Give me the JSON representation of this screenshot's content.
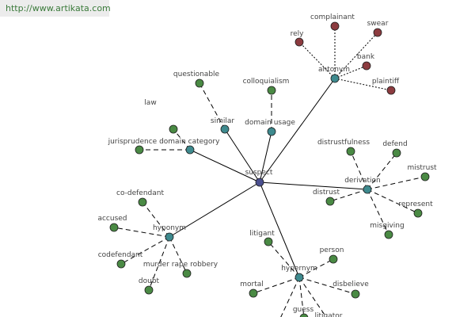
{
  "watermark": "http://www.artikata.com",
  "colors": {
    "center": "#4a4f8f",
    "hub": "#3e8a8e",
    "leaf": "#4a8a44",
    "antonym_leaf": "#8c3b3f",
    "edge": "#000000"
  },
  "nodes": [
    {
      "id": "suspect",
      "label": "suspect",
      "kind": "center"
    },
    {
      "id": "antonym",
      "label": "antonym",
      "kind": "hub"
    },
    {
      "id": "complainant",
      "label": "complainant",
      "kind": "antonym_leaf"
    },
    {
      "id": "swear",
      "label": "swear",
      "kind": "antonym_leaf"
    },
    {
      "id": "rely",
      "label": "rely",
      "kind": "antonym_leaf"
    },
    {
      "id": "bank",
      "label": "bank",
      "kind": "antonym_leaf"
    },
    {
      "id": "plaintiff",
      "label": "plaintiff",
      "kind": "antonym_leaf"
    },
    {
      "id": "similar",
      "label": "similar",
      "kind": "hub"
    },
    {
      "id": "questionable",
      "label": "questionable",
      "kind": "leaf"
    },
    {
      "id": "domain-usage",
      "label": "domain usage",
      "kind": "hub"
    },
    {
      "id": "colloquialism",
      "label": "colloquialism",
      "kind": "leaf"
    },
    {
      "id": "jurisprudence",
      "label": "jurisprudence domain category",
      "kind": "hub"
    },
    {
      "id": "law",
      "label": "law",
      "kind": "leaf"
    },
    {
      "id": "jleaf",
      "label": "",
      "kind": "leaf"
    },
    {
      "id": "derivation",
      "label": "derivation",
      "kind": "hub"
    },
    {
      "id": "distrustfulness",
      "label": "distrustfulness",
      "kind": "leaf"
    },
    {
      "id": "defend",
      "label": "defend",
      "kind": "leaf"
    },
    {
      "id": "mistrust",
      "label": "mistrust",
      "kind": "leaf"
    },
    {
      "id": "represent",
      "label": "represent",
      "kind": "leaf"
    },
    {
      "id": "misgiving",
      "label": "misgiving",
      "kind": "leaf"
    },
    {
      "id": "distrust",
      "label": "distrust",
      "kind": "leaf"
    },
    {
      "id": "hyponym",
      "label": "hyponym",
      "kind": "hub"
    },
    {
      "id": "co-defendant",
      "label": "co-defendant",
      "kind": "leaf"
    },
    {
      "id": "accused",
      "label": "accused",
      "kind": "leaf"
    },
    {
      "id": "codefendant",
      "label": "codefendant",
      "kind": "leaf"
    },
    {
      "id": "murder",
      "label": "murder rape robbery",
      "kind": "leaf"
    },
    {
      "id": "doubt",
      "label": "doubt",
      "kind": "leaf"
    },
    {
      "id": "hypernym",
      "label": "hypernym",
      "kind": "hub"
    },
    {
      "id": "litigant",
      "label": "litigant",
      "kind": "leaf"
    },
    {
      "id": "person",
      "label": "person",
      "kind": "leaf"
    },
    {
      "id": "disbelieve",
      "label": "disbelieve",
      "kind": "leaf"
    },
    {
      "id": "mortal",
      "label": "mortal",
      "kind": "leaf"
    },
    {
      "id": "guess",
      "label": "guess",
      "kind": "leaf"
    },
    {
      "id": "litigator",
      "label": "litigator",
      "kind": "leaf"
    },
    {
      "id": "hleaf",
      "label": "",
      "kind": "leaf"
    }
  ],
  "edges": [
    {
      "from": "suspect",
      "to": "antonym",
      "style": "solid"
    },
    {
      "from": "suspect",
      "to": "similar",
      "style": "solid"
    },
    {
      "from": "suspect",
      "to": "domain-usage",
      "style": "solid"
    },
    {
      "from": "suspect",
      "to": "jurisprudence",
      "style": "solid"
    },
    {
      "from": "suspect",
      "to": "derivation",
      "style": "solid"
    },
    {
      "from": "suspect",
      "to": "hyponym",
      "style": "solid"
    },
    {
      "from": "suspect",
      "to": "hypernym",
      "style": "solid"
    },
    {
      "from": "antonym",
      "to": "complainant",
      "style": "dotted"
    },
    {
      "from": "antonym",
      "to": "swear",
      "style": "dotted"
    },
    {
      "from": "antonym",
      "to": "rely",
      "style": "dotted"
    },
    {
      "from": "antonym",
      "to": "bank",
      "style": "dotted"
    },
    {
      "from": "antonym",
      "to": "plaintiff",
      "style": "dotted"
    },
    {
      "from": "similar",
      "to": "questionable",
      "style": "dashed"
    },
    {
      "from": "domain-usage",
      "to": "colloquialism",
      "style": "dashed"
    },
    {
      "from": "jurisprudence",
      "to": "law",
      "style": "dashed"
    },
    {
      "from": "jurisprudence",
      "to": "jleaf",
      "style": "dashed"
    },
    {
      "from": "derivation",
      "to": "distrustfulness",
      "style": "dashed"
    },
    {
      "from": "derivation",
      "to": "defend",
      "style": "dashed"
    },
    {
      "from": "derivation",
      "to": "mistrust",
      "style": "dashed"
    },
    {
      "from": "derivation",
      "to": "represent",
      "style": "dashed"
    },
    {
      "from": "derivation",
      "to": "misgiving",
      "style": "dashed"
    },
    {
      "from": "derivation",
      "to": "distrust",
      "style": "dashed"
    },
    {
      "from": "hyponym",
      "to": "co-defendant",
      "style": "dashed"
    },
    {
      "from": "hyponym",
      "to": "accused",
      "style": "dashed"
    },
    {
      "from": "hyponym",
      "to": "codefendant",
      "style": "dashed"
    },
    {
      "from": "hyponym",
      "to": "murder",
      "style": "dashed"
    },
    {
      "from": "hyponym",
      "to": "doubt",
      "style": "dashed"
    },
    {
      "from": "hypernym",
      "to": "litigant",
      "style": "dashed"
    },
    {
      "from": "hypernym",
      "to": "person",
      "style": "dashed"
    },
    {
      "from": "hypernym",
      "to": "disbelieve",
      "style": "dashed"
    },
    {
      "from": "hypernym",
      "to": "mortal",
      "style": "dashed"
    },
    {
      "from": "hypernym",
      "to": "guess",
      "style": "dashed"
    },
    {
      "from": "hypernym",
      "to": "litigator",
      "style": "dashed"
    },
    {
      "from": "hypernym",
      "to": "hleaf",
      "style": "dashed"
    }
  ]
}
